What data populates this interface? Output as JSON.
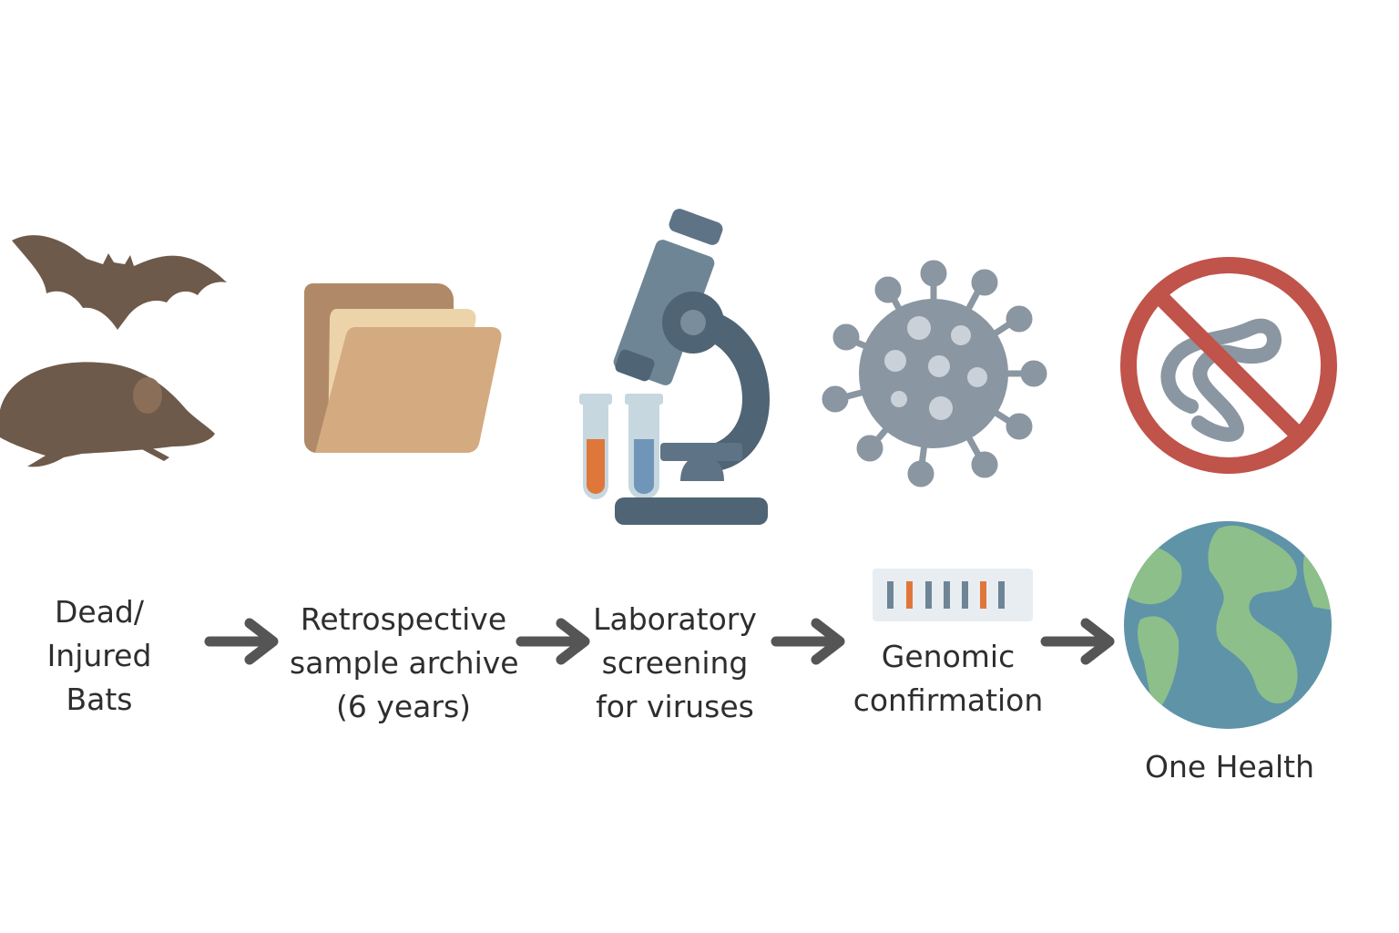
{
  "steps": [
    {
      "id": "bats",
      "label_lines": [
        "Dead/",
        "Injured",
        "Bats"
      ],
      "icons": [
        "bat-icon",
        "rodent-icon"
      ]
    },
    {
      "id": "archive",
      "label_lines": [
        "Retrospective",
        "sample archive",
        "(6 years)"
      ],
      "icons": [
        "folder-icon"
      ]
    },
    {
      "id": "lab",
      "label_lines": [
        "Laboratory",
        "screening",
        "for viruses"
      ],
      "icons": [
        "microscope-icon",
        "test-tube-icon"
      ]
    },
    {
      "id": "genomic",
      "label_lines": [
        "Genomic",
        "confirmation"
      ],
      "icons": [
        "virus-icon",
        "sequence-bar-icon"
      ]
    },
    {
      "id": "one-health",
      "label_lines": [
        "One Health"
      ],
      "icons": [
        "no-parasite-icon",
        "globe-icon"
      ]
    }
  ],
  "arrows": [
    "arrow-right-icon",
    "arrow-right-icon",
    "arrow-right-icon",
    "arrow-right-icon"
  ],
  "colors": {
    "bat": "#6e5a4a",
    "folder_back": "#b08a68",
    "folder_mid": "#edd3aa",
    "folder_front": "#d4aa80",
    "microscope": "#5e7385",
    "virus": "#8a96a2",
    "prohibit": "#c0534a",
    "globe_ocean": "#5f93a8",
    "globe_land": "#8dbf8a",
    "arrow": "#555555",
    "tube_orange": "#e0773a",
    "tube_blue": "#6f95b8"
  }
}
